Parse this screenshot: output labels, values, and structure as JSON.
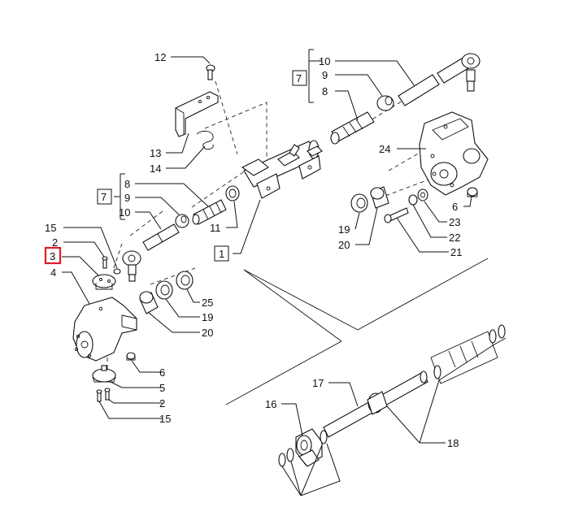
{
  "callouts": {
    "c12": "12",
    "c13": "13",
    "c14": "14",
    "c10a": "10",
    "c9a": "9",
    "c8a": "8",
    "c7a": "7",
    "c24": "24",
    "c6a": "6",
    "c8b": "8",
    "c7b": "7",
    "c9b": "9",
    "c10b": "10",
    "c11": "11",
    "c1": "1",
    "c19a": "19",
    "c20a": "20",
    "c23": "23",
    "c22": "22",
    "c21": "21",
    "c15a": "15",
    "c2a": "2",
    "c3": "3",
    "c4": "4",
    "c25": "25",
    "c19b": "19",
    "c20b": "20",
    "c6b": "6",
    "c5": "5",
    "c2b": "2",
    "c15b": "15",
    "c17": "17",
    "c16": "16",
    "c18": "18"
  },
  "highlight": {
    "callout": "3",
    "color": "#e01b24"
  }
}
